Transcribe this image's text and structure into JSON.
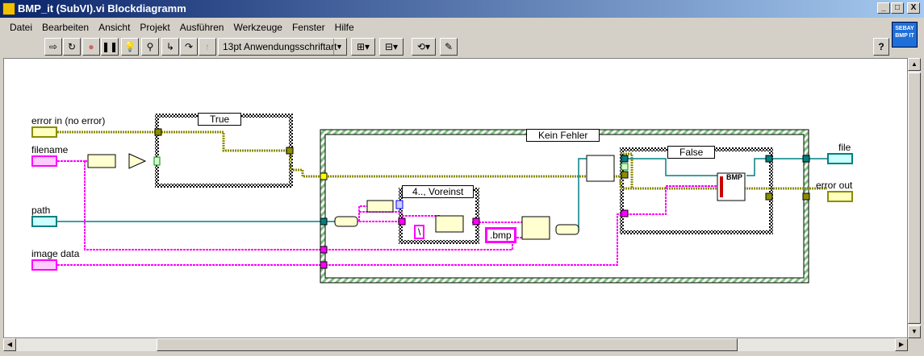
{
  "window": {
    "title": "BMP_it (SubVI).vi Blockdiagramm",
    "minimize": "_",
    "maximize": "□",
    "close": "X"
  },
  "menu": [
    "Datei",
    "Bearbeiten",
    "Ansicht",
    "Projekt",
    "Ausführen",
    "Werkzeuge",
    "Fenster",
    "Hilfe"
  ],
  "toolbar": {
    "font": "13pt Anwendungsschriftart",
    "help": "?",
    "vi_icon": "SEBAY BMP IT"
  },
  "diagram": {
    "controls": [
      "error in (no error)",
      "filename",
      "path",
      "image data"
    ],
    "indicators": [
      "file",
      "error out"
    ],
    "case1_selector": "True",
    "case2_selector": "Kein Fehler",
    "case3_selector": "4.., Voreinst",
    "case4_selector": "False",
    "constants": {
      "separator": "\\",
      "extension": ".bmp"
    },
    "bmp_node": "BMP"
  },
  "colors": {
    "error_wire": "#8c8c00",
    "string_wire": "#ff00ff",
    "path_wire": "#008080",
    "accent": "#0a246a"
  }
}
